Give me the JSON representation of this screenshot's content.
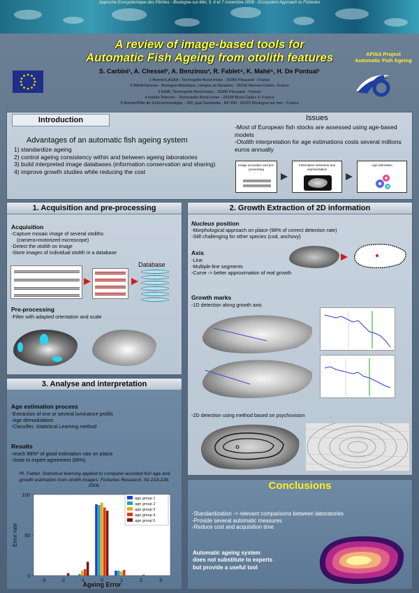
{
  "banner": {
    "text": "Approche Ecosystemique des Pêches - Boulogne-sur-Mer, 5, 6 et 7 novembre 2006 - Ecosystem Approach to Fisheries"
  },
  "header": {
    "title_line1": "A review of image-based tools for",
    "title_line2": "Automatic Fish Ageing from otolith features",
    "afisa_line1": "AFISA Project",
    "afisa_line2": "Automatic Fish Ageing",
    "authors": "S. Carbini¹, A. Chessel², A. Benzinou³, R. Fablet⁴, K. Mahé⁵, H. De Pontual¹",
    "affiliations": [
      "1 Ifremer/LASAA - Technopôle Brest-Iroise - 29280 Plouzané - France",
      "2 INRIA Rennes - Bretagne Atlantique, campus de Beaulieu - 35042 Rennes Cedex- France",
      "3 ENIB, Technopôle Brest-Iroise - 29280 Plouzané - France",
      "4 Institut Telecom - Technopôle Brest-Iroise - 29238 Brest Cedex 3- France",
      "5 Ifremer/Pôle de Sclérochronologie - 150, quai Gambetta - BP 699 - 62321 Boulogne sur mer - France"
    ]
  },
  "intro": {
    "title": "Introduction",
    "advantages_title": "Advantages of an automatic fish ageing system",
    "advantages": [
      "1) standardize ageing",
      "2) control ageing consistency within and between ageing laboratories",
      "3) build interpreted image databases (information conservation and sharing)",
      "4) improve growth studies while reducing the cost"
    ],
    "issues_title": "Issues",
    "issues": [
      "-Most of European fish stocks are assessed using age-based models",
      "-Otolith interpretation for age estimations costs several millions euros annually"
    ],
    "flow": [
      "Image accusition and pre-processing",
      "Information extraction and representation",
      "Age estimation"
    ]
  },
  "section1": {
    "title": "1. Acquisition and pre-processing",
    "acq_title": "Acquisition",
    "acq_lines": [
      "-Capture mosaic image of several otoliths",
      "(camera+motorized microscope)",
      "-Detect the otolith on image",
      "-Store images of individual otolith in a database"
    ],
    "database_label": "Database",
    "pre_title": "Pre-processing",
    "pre_lines": [
      "-Filter with adapted orientation and scale"
    ]
  },
  "section2": {
    "title": "2. Growth Extraction of 2D information",
    "nucleus_title_em": "Nucleus",
    "nucleus_title_rest": " position",
    "nucleus_lines": [
      "-Morphological approach on plaice (98% of correct detection rate)",
      "-Still challenging for other species (cod, anchovy)"
    ],
    "axis_title": "Axis",
    "axis_lines": [
      "-Line",
      "-Multiple-line segments",
      "-Curve -> better approximation of real growth"
    ],
    "marks_title": "Growth marks",
    "marks_lines": [
      "-1D detection along growth axis"
    ],
    "marks_2d": "-2D detection using method based on psychovision"
  },
  "section3": {
    "title": "3. Analyse and interpretation",
    "proc_title": "Age estimation process",
    "proc_lines": [
      "-Extraction of one or several luminance profils",
      "-Age demodulation",
      "-Classifier, Statistical Learning method"
    ],
    "res_title": "Results",
    "res_lines": [
      "-reach 88%* of good estimation rate on plaice",
      "-close to expert agreement (86%)"
    ],
    "citation": "*R. Fablet. Statistical learning applied to computer-assisted fish age and growth estimation from otolith images. Fisheries Research, 81:219-228, 2006."
  },
  "conclusions": {
    "title": "Conclusions",
    "lines": [
      "-Standardization -> relevant comparisons between laboratories",
      "-Provide several automatic measures",
      "-Reduce cost and acquisition time"
    ],
    "highlight": [
      "Automatic ageing system",
      "does not substitute to experts",
      "but provide a useful tool"
    ]
  },
  "chart_data": {
    "type": "bar",
    "categories": [
      "-3",
      "-2",
      "-1",
      "0",
      "1",
      "2",
      "3"
    ],
    "series": [
      {
        "name": "age group 1",
        "values": [
          0,
          0,
          0,
          88,
          6,
          0,
          0
        ]
      },
      {
        "name": "age group 2",
        "values": [
          0,
          0,
          2,
          87,
          6,
          0,
          0
        ]
      },
      {
        "name": "age group 3",
        "values": [
          0,
          0,
          6,
          90,
          5,
          0,
          0
        ]
      },
      {
        "name": "age group 4",
        "values": [
          0,
          0,
          8,
          84,
          7,
          1,
          0
        ]
      },
      {
        "name": "age group 5",
        "values": [
          0,
          3,
          17,
          80,
          0,
          0,
          0
        ]
      }
    ],
    "colors": [
      "#1c3fd6",
      "#1aa8a8",
      "#f2a516",
      "#d93a1a",
      "#7a1a12"
    ],
    "xlabel": "Ageing Error",
    "ylabel": "Error rate",
    "ylim": [
      0,
      100
    ],
    "yticks": [
      0,
      50,
      100
    ],
    "legend": "top-right"
  }
}
